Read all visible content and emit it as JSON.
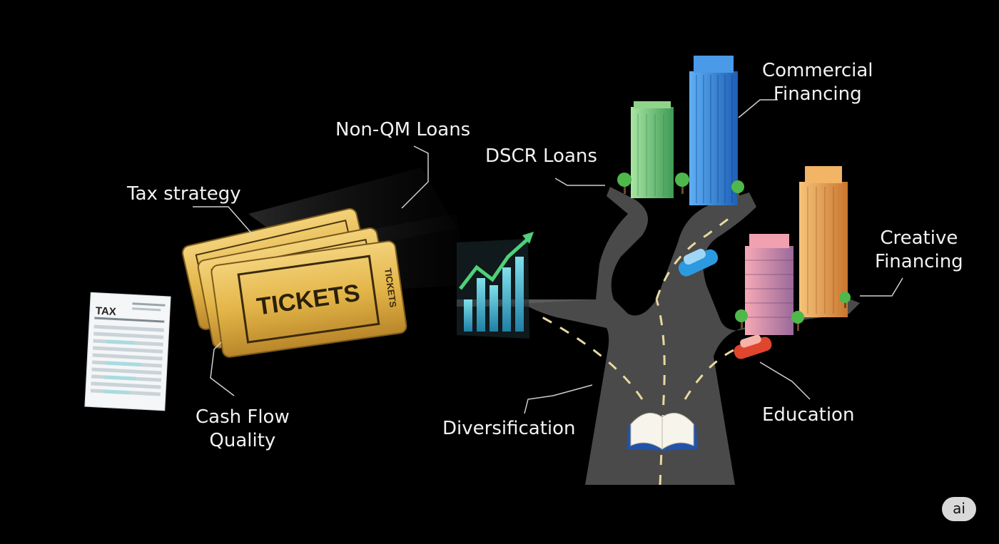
{
  "labels": {
    "tax_strategy": "Tax strategy",
    "non_qm_loans": "Non-QM Loans",
    "dscr_loans": "DSCR Loans",
    "commercial_financing": [
      "Commercial",
      "Financing"
    ],
    "creative_financing": [
      "Creative",
      "Financing"
    ],
    "cash_flow_quality": [
      "Cash Flow",
      "Quality"
    ],
    "diversification": "Diversification",
    "education": "Education"
  },
  "ticket": {
    "main_text": "TICKETS",
    "side_text": "TICKETS"
  },
  "tax_form": {
    "title": "TAX"
  },
  "badge": "ai",
  "colors": {
    "ticket_gold": "#e3b548",
    "road": "#4a4a4a",
    "road_dash": "#e8d9a0",
    "building_blue": "#2f7fd6",
    "building_green": "#6cc37a",
    "building_orange": "#e8a04a",
    "building_pink": "#e58aa0",
    "car_blue": "#2b9ae0",
    "car_red": "#e0452e",
    "chart_teal": "#3bb7c9",
    "arrow_green": "#4fd07a"
  }
}
